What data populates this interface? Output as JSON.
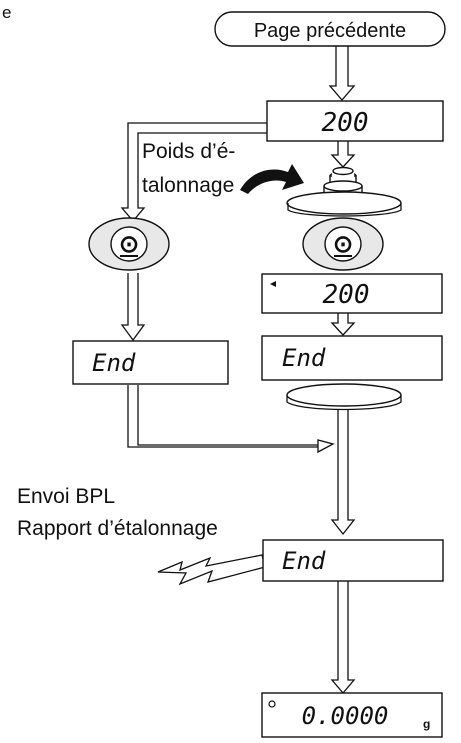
{
  "header": {
    "prev_page": "Page précédente",
    "corner_glyph": "e"
  },
  "labels": {
    "weight_line1": "Poids d’é-",
    "weight_line2": "talonnage",
    "output_line1": "Envoi BPL",
    "output_line2": "Rapport d’étalonnage"
  },
  "displays": {
    "top": "200",
    "left_end": "End",
    "right_value": "200",
    "right_end": "End",
    "merge_end": "End",
    "final_value": "0.0000",
    "final_unit": "g"
  },
  "buttons": {
    "cal_left_symbol": "⊙",
    "cal_right_symbol": "⊙"
  },
  "icons": {
    "curved_arrow": "curved-arrow-icon",
    "weight": "calibration-weight-icon",
    "pan": "weighing-pan-icon",
    "lightning": "lightning-arrow-icon",
    "stability": "stability-dot-icon",
    "marker": "triangle-marker-icon"
  },
  "colors": {
    "line": "#111111",
    "background": "#ffffff",
    "button_fill": "#e8e8e8"
  }
}
